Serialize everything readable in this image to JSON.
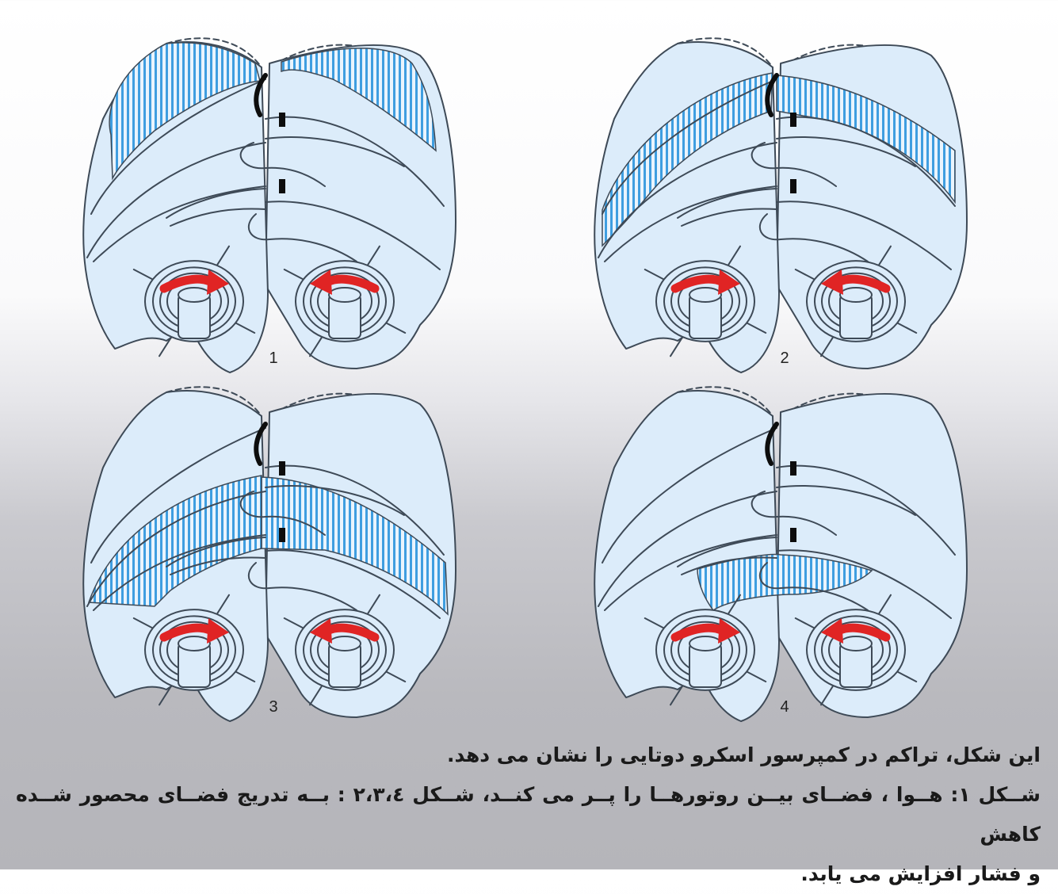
{
  "figure": {
    "panels": [
      {
        "label": "1",
        "fill_stage": 1
      },
      {
        "label": "2",
        "fill_stage": 2
      },
      {
        "label": "3",
        "fill_stage": 3
      },
      {
        "label": "4",
        "fill_stage": 4
      }
    ],
    "colors": {
      "body": "#dcecfa",
      "stroke": "#3e4a57",
      "hatch": "#3f9ee0",
      "arrow": "#e02424",
      "seal": "#0d0d0d"
    }
  },
  "caption": {
    "line1": "این شکل، تراکم در کمپرسور اسکرو دوتایی را نشان می دهد.",
    "line2": "شــکل ۱: هــوا ، فضــای بیــن روتورهــا را پــر می کنــد، شــکل ۲،۳،٤ : بــه تدریج فضــای محصور شــده کاهش",
    "line3": "و فشار افزایش می یابد."
  }
}
